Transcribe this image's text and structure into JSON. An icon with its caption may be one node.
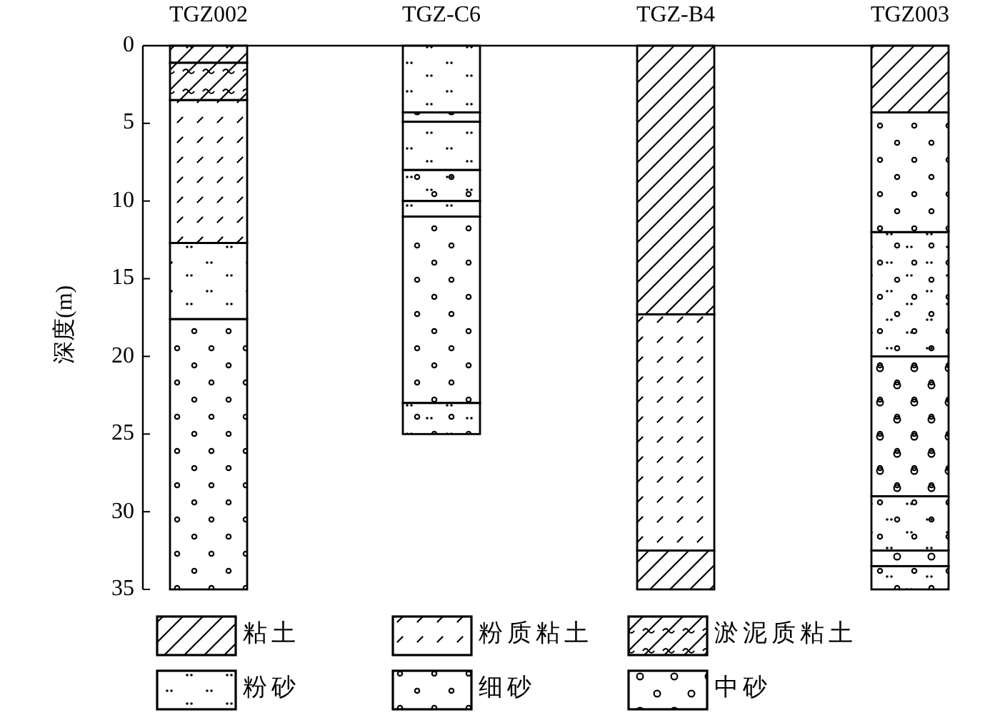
{
  "diagram": {
    "labels": [
      "TGZ002",
      "TGZ-C6",
      "TGZ-B4",
      "TGZ003",
      "0",
      "5",
      "10",
      "15",
      "20",
      "25",
      "30",
      "35",
      "深度(m)"
    ],
    "legend": [
      {
        "text": "粘土"
      },
      {
        "text": "粉质粘土"
      },
      {
        "text": "淤泥质粘土"
      },
      {
        "text": "粉砂"
      },
      {
        "text": "细砂"
      },
      {
        "text": "中砂"
      }
    ]
  }
}
